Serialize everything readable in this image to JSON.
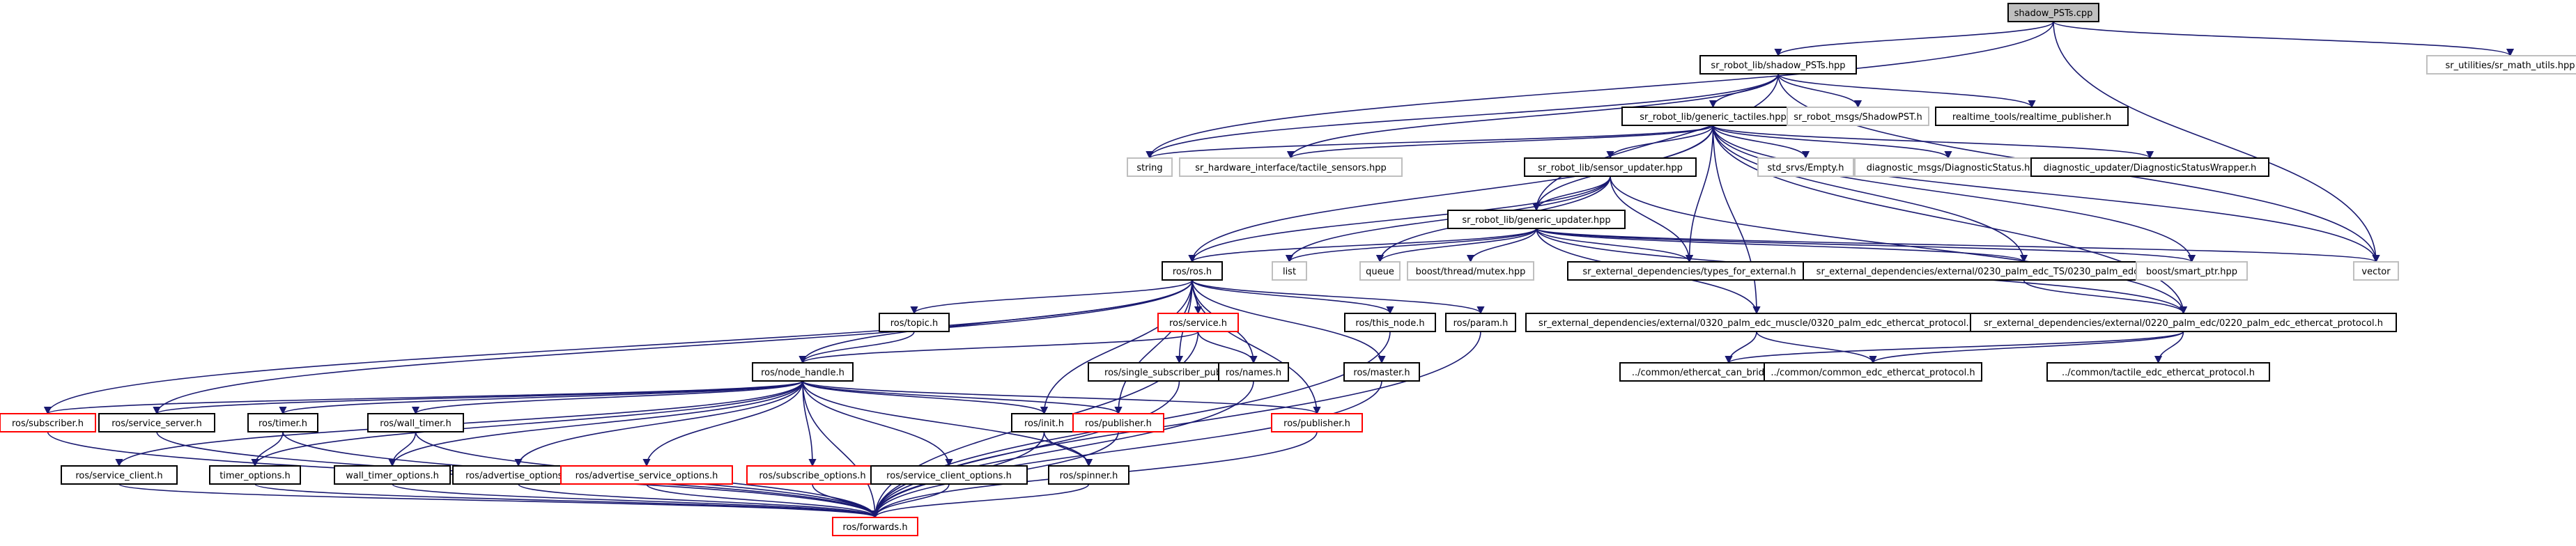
{
  "title": "shadow_PSTs.cpp",
  "colors": {
    "edge": "#191970",
    "root_fill": "#bfbfbf",
    "border_black": "#000000",
    "border_red": "#ff0000",
    "border_gray": "#bfbfbf"
  },
  "nodes": [
    {
      "id": "root",
      "label": "shadow_PSTs.cpp",
      "style": "root",
      "icon": "file-icon"
    },
    {
      "id": "n_shadow_hpp",
      "label": "sr_robot_lib/shadow_PSTs.hpp",
      "style": "black"
    },
    {
      "id": "n_math_utils",
      "label": "sr_utilities/sr_math_utils.hpp",
      "style": "gray"
    },
    {
      "id": "n_string",
      "label": "string",
      "style": "gray"
    },
    {
      "id": "n_tactile_sensors",
      "label": "sr_hardware_interface/tactile_sensors.hpp",
      "style": "gray"
    },
    {
      "id": "n_generic_tactiles",
      "label": "sr_robot_lib/generic_tactiles.hpp",
      "style": "black"
    },
    {
      "id": "n_shadowpst_msg",
      "label": "sr_robot_msgs/ShadowPST.h",
      "style": "gray"
    },
    {
      "id": "n_rt_publisher",
      "label": "realtime_tools/realtime_publisher.h",
      "style": "black"
    },
    {
      "id": "n_vector",
      "label": "vector",
      "style": "gray"
    },
    {
      "id": "n_empty",
      "label": "std_srvs/Empty.h",
      "style": "gray"
    },
    {
      "id": "n_diag_status",
      "label": "diagnostic_msgs/DiagnosticStatus.h",
      "style": "gray"
    },
    {
      "id": "n_diag_wrapper",
      "label": "diagnostic_updater/DiagnosticStatusWrapper.h",
      "style": "black"
    },
    {
      "id": "n_sensor_updater",
      "label": "sr_robot_lib/sensor_updater.hpp",
      "style": "black"
    },
    {
      "id": "n_generic_updater",
      "label": "sr_robot_lib/generic_updater.hpp",
      "style": "black"
    },
    {
      "id": "n_ros",
      "label": "ros/ros.h",
      "style": "black"
    },
    {
      "id": "n_list",
      "label": "list",
      "style": "gray"
    },
    {
      "id": "n_queue",
      "label": "queue",
      "style": "gray"
    },
    {
      "id": "n_mutex",
      "label": "boost/thread/mutex.hpp",
      "style": "gray"
    },
    {
      "id": "n_types_external",
      "label": "sr_external_dependencies/types_for_external.h",
      "style": "black"
    },
    {
      "id": "n_0230",
      "label": "sr_external_dependencies/external/0230_palm_edc_TS/0230_palm_edc_ethercat_protocol.h",
      "style": "black"
    },
    {
      "id": "n_smart_ptr",
      "label": "boost/smart_ptr.hpp",
      "style": "gray"
    },
    {
      "id": "n_topic",
      "label": "ros/topic.h",
      "style": "black"
    },
    {
      "id": "n_service",
      "label": "ros/service.h",
      "style": "red"
    },
    {
      "id": "n_this_node",
      "label": "ros/this_node.h",
      "style": "black"
    },
    {
      "id": "n_param",
      "label": "ros/param.h",
      "style": "black"
    },
    {
      "id": "n_0320",
      "label": "sr_external_dependencies/external/0320_palm_edc_muscle/0320_palm_edc_ethercat_protocol.h",
      "style": "black"
    },
    {
      "id": "n_0220",
      "label": "sr_external_dependencies/external/0220_palm_edc/0220_palm_edc_ethercat_protocol.h",
      "style": "black"
    },
    {
      "id": "n_node_handle",
      "label": "ros/node_handle.h",
      "style": "black"
    },
    {
      "id": "n_single_sub_pub",
      "label": "ros/single_subscriber_publisher.h",
      "style": "black"
    },
    {
      "id": "n_names",
      "label": "ros/names.h",
      "style": "black"
    },
    {
      "id": "n_master",
      "label": "ros/master.h",
      "style": "black"
    },
    {
      "id": "n_can_bridge",
      "label": "../common/ethercat_can_bridge_protocol.h",
      "style": "black"
    },
    {
      "id": "n_common_edc",
      "label": "../common/common_edc_ethercat_protocol.h",
      "style": "black"
    },
    {
      "id": "n_tactile_edc",
      "label": "../common/tactile_edc_ethercat_protocol.h",
      "style": "black"
    },
    {
      "id": "n_subscriber",
      "label": "ros/subscriber.h",
      "style": "red"
    },
    {
      "id": "n_service_server",
      "label": "ros/service_server.h",
      "style": "black"
    },
    {
      "id": "n_timer",
      "label": "ros/timer.h",
      "style": "black"
    },
    {
      "id": "n_wall_timer",
      "label": "ros/wall_timer.h",
      "style": "black"
    },
    {
      "id": "n_init",
      "label": "ros/init.h",
      "style": "black"
    },
    {
      "id": "n_publisher_a",
      "label": "ros/publisher.h",
      "style": "red"
    },
    {
      "id": "n_publisher_b",
      "label": "ros/publisher.h",
      "style": "red"
    },
    {
      "id": "n_service_client",
      "label": "ros/service_client.h",
      "style": "black"
    },
    {
      "id": "n_timer_options",
      "label": "timer_options.h",
      "style": "black"
    },
    {
      "id": "n_wall_timer_options",
      "label": "wall_timer_options.h",
      "style": "black"
    },
    {
      "id": "n_advertise_options",
      "label": "ros/advertise_options.h",
      "style": "black"
    },
    {
      "id": "n_adv_service_options",
      "label": "ros/advertise_service_options.h",
      "style": "red"
    },
    {
      "id": "n_subscribe_options",
      "label": "ros/subscribe_options.h",
      "style": "red"
    },
    {
      "id": "n_service_client_options",
      "label": "ros/service_client_options.h",
      "style": "black"
    },
    {
      "id": "n_spinner",
      "label": "ros/spinner.h",
      "style": "black"
    },
    {
      "id": "n_forwards",
      "label": "ros/forwards.h",
      "style": "red"
    }
  ],
  "edges": [
    [
      "root",
      "n_shadow_hpp"
    ],
    [
      "root",
      "n_math_utils"
    ],
    [
      "root",
      "n_string"
    ],
    [
      "root",
      "n_vector"
    ],
    [
      "n_shadow_hpp",
      "n_string"
    ],
    [
      "n_shadow_hpp",
      "n_tactile_sensors"
    ],
    [
      "n_shadow_hpp",
      "n_generic_tactiles"
    ],
    [
      "n_shadow_hpp",
      "n_shadowpst_msg"
    ],
    [
      "n_shadow_hpp",
      "n_rt_publisher"
    ],
    [
      "n_shadow_hpp",
      "n_generic_updater"
    ],
    [
      "n_shadow_hpp",
      "n_vector"
    ],
    [
      "n_generic_tactiles",
      "n_string"
    ],
    [
      "n_generic_tactiles",
      "n_tactile_sensors"
    ],
    [
      "n_generic_tactiles",
      "n_empty"
    ],
    [
      "n_generic_tactiles",
      "n_diag_status"
    ],
    [
      "n_generic_tactiles",
      "n_diag_wrapper"
    ],
    [
      "n_generic_tactiles",
      "n_sensor_updater"
    ],
    [
      "n_generic_tactiles",
      "n_generic_updater"
    ],
    [
      "n_generic_tactiles",
      "n_ros"
    ],
    [
      "n_generic_tactiles",
      "n_types_external"
    ],
    [
      "n_generic_tactiles",
      "n_0230"
    ],
    [
      "n_generic_tactiles",
      "n_smart_ptr"
    ],
    [
      "n_generic_tactiles",
      "n_vector"
    ],
    [
      "n_generic_tactiles",
      "n_0220"
    ],
    [
      "n_generic_tactiles",
      "n_0320"
    ],
    [
      "n_sensor_updater",
      "n_ros"
    ],
    [
      "n_sensor_updater",
      "n_list"
    ],
    [
      "n_sensor_updater",
      "n_queue"
    ],
    [
      "n_sensor_updater",
      "n_generic_updater"
    ],
    [
      "n_sensor_updater",
      "n_types_external"
    ],
    [
      "n_sensor_updater",
      "n_0220"
    ],
    [
      "n_generic_updater",
      "n_ros"
    ],
    [
      "n_generic_updater",
      "n_list"
    ],
    [
      "n_generic_updater",
      "n_queue"
    ],
    [
      "n_generic_updater",
      "n_mutex"
    ],
    [
      "n_generic_updater",
      "n_types_external"
    ],
    [
      "n_generic_updater",
      "n_0230"
    ],
    [
      "n_generic_updater",
      "n_smart_ptr"
    ],
    [
      "n_generic_updater",
      "n_vector"
    ],
    [
      "n_generic_updater",
      "n_0320"
    ],
    [
      "n_generic_updater",
      "n_0220"
    ],
    [
      "n_0230",
      "n_0220"
    ],
    [
      "n_0220",
      "n_can_bridge"
    ],
    [
      "n_0220",
      "n_common_edc"
    ],
    [
      "n_0220",
      "n_tactile_edc"
    ],
    [
      "n_0320",
      "n_can_bridge"
    ],
    [
      "n_0320",
      "n_common_edc"
    ],
    [
      "n_ros",
      "n_topic"
    ],
    [
      "n_ros",
      "n_service"
    ],
    [
      "n_ros",
      "n_this_node"
    ],
    [
      "n_ros",
      "n_param"
    ],
    [
      "n_ros",
      "n_node_handle"
    ],
    [
      "n_ros",
      "n_single_sub_pub"
    ],
    [
      "n_ros",
      "n_names"
    ],
    [
      "n_ros",
      "n_master"
    ],
    [
      "n_ros",
      "n_init"
    ],
    [
      "n_ros",
      "n_publisher_a"
    ],
    [
      "n_ros",
      "n_publisher_b"
    ],
    [
      "n_ros",
      "n_subscriber"
    ],
    [
      "n_ros",
      "n_service_server"
    ],
    [
      "n_topic",
      "n_node_handle"
    ],
    [
      "n_service",
      "n_node_handle"
    ],
    [
      "n_service",
      "n_names"
    ],
    [
      "n_service",
      "n_forwards"
    ],
    [
      "n_this_node",
      "n_forwards"
    ],
    [
      "n_param",
      "n_forwards"
    ],
    [
      "n_node_handle",
      "n_subscriber"
    ],
    [
      "n_node_handle",
      "n_service_server"
    ],
    [
      "n_node_handle",
      "n_service_client"
    ],
    [
      "n_node_handle",
      "n_timer"
    ],
    [
      "n_node_handle",
      "n_timer_options"
    ],
    [
      "n_node_handle",
      "n_wall_timer"
    ],
    [
      "n_node_handle",
      "n_wall_timer_options"
    ],
    [
      "n_node_handle",
      "n_advertise_options"
    ],
    [
      "n_node_handle",
      "n_adv_service_options"
    ],
    [
      "n_node_handle",
      "n_subscribe_options"
    ],
    [
      "n_node_handle",
      "n_service_client_options"
    ],
    [
      "n_node_handle",
      "n_init"
    ],
    [
      "n_node_handle",
      "n_publisher_a"
    ],
    [
      "n_node_handle",
      "n_publisher_b"
    ],
    [
      "n_node_handle",
      "n_spinner"
    ],
    [
      "n_node_handle",
      "n_forwards"
    ],
    [
      "n_single_sub_pub",
      "n_forwards"
    ],
    [
      "n_names",
      "n_forwards"
    ],
    [
      "n_master",
      "n_forwards"
    ],
    [
      "n_subscriber",
      "n_forwards"
    ],
    [
      "n_service_server",
      "n_forwards"
    ],
    [
      "n_service_client",
      "n_forwards"
    ],
    [
      "n_timer",
      "n_timer_options"
    ],
    [
      "n_timer",
      "n_forwards"
    ],
    [
      "n_wall_timer",
      "n_wall_timer_options"
    ],
    [
      "n_wall_timer",
      "n_forwards"
    ],
    [
      "n_timer_options",
      "n_forwards"
    ],
    [
      "n_wall_timer_options",
      "n_forwards"
    ],
    [
      "n_advertise_options",
      "n_forwards"
    ],
    [
      "n_adv_service_options",
      "n_forwards"
    ],
    [
      "n_subscribe_options",
      "n_forwards"
    ],
    [
      "n_service_client_options",
      "n_forwards"
    ],
    [
      "n_init",
      "n_forwards"
    ],
    [
      "n_init",
      "n_spinner"
    ],
    [
      "n_publisher_a",
      "n_forwards"
    ],
    [
      "n_publisher_b",
      "n_forwards"
    ],
    [
      "n_spinner",
      "n_forwards"
    ]
  ]
}
